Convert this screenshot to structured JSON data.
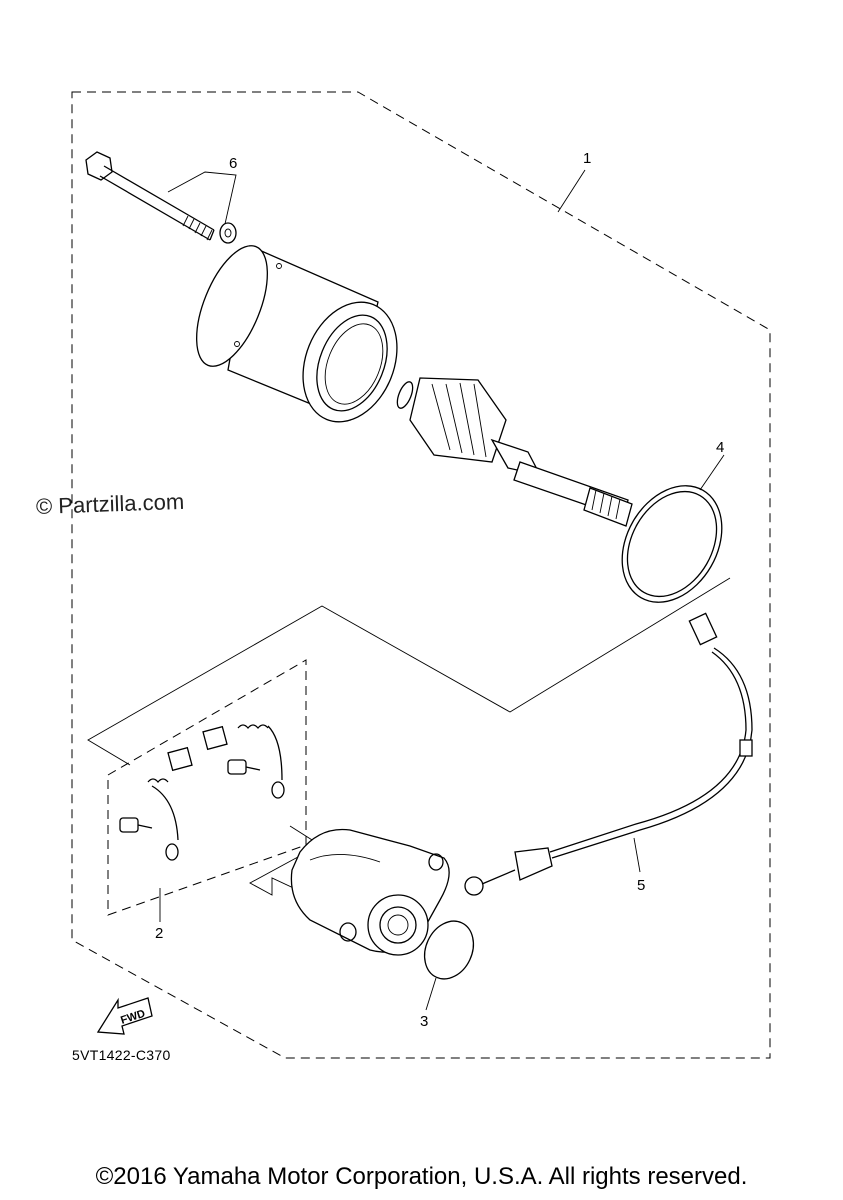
{
  "watermark": "© Partzilla.com",
  "callouts": [
    "1",
    "2",
    "3",
    "4",
    "5",
    "6"
  ],
  "fwd_label": "FWD",
  "diagram_code": "5VT1422-C370",
  "copyright": "©2016 Yamaha Motor Corporation, U.S.A. All rights reserved."
}
